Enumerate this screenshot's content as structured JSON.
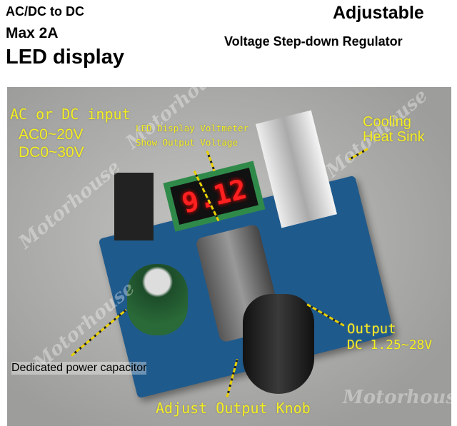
{
  "header": {
    "line1": "AC/DC to DC",
    "line2": "Max 2A",
    "line3": "LED display",
    "title": "Adjustable",
    "subtitle": "Voltage Step-down Regulator"
  },
  "labels": {
    "input_title": "AC or DC input",
    "input_ac": "AC0~20V",
    "input_dc": "DC0~30V",
    "display_line1": "LED Display Voltmeter",
    "display_line2": "Show Output Voltage",
    "sink_line1": "Cooling",
    "sink_line2": "Heat Sink",
    "output_line1": "Output",
    "output_line2": "DC 1.25~28V",
    "capacitor": "Dedicated power capacitor",
    "knob": "Adjust Output Knob"
  },
  "display_reading": "9.12",
  "watermark": "Motorhouse",
  "colors": {
    "label": "#f5ef22",
    "board": "#1f5a8c",
    "led": "#ff2020"
  }
}
